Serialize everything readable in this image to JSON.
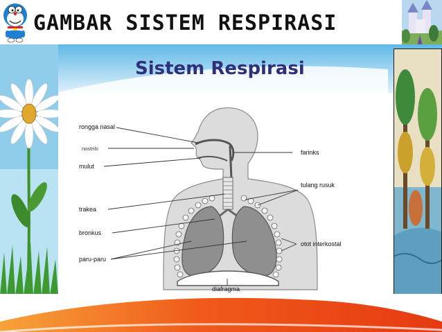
{
  "slide": {
    "title": "GAMBAR SISTEM RESPIRASI",
    "subtitle": "Sistem Respirasi"
  },
  "diagram": {
    "labels": {
      "rongga_nasal": "rongga nasal",
      "nostrils": "nostrils",
      "mulut": "mulut",
      "farinks": "farinks",
      "tulang_rusuk": "tulang rusuk",
      "trakea": "trakea",
      "bronkus": "bronkus",
      "paru_paru": "paru-paru",
      "otot_interkostal": "otot interkostal",
      "diafragma": "diafragma"
    }
  },
  "decorations": {
    "top_left_icon": "cartoon-robot-cat-icon",
    "top_right_icon": "castle-fairytale-picture",
    "left_strip": "daisy-flower-illustration",
    "right_strip": "painted-trees-illustration",
    "bottom_band": "orange-swoosh-band"
  },
  "colors": {
    "title": "#111111",
    "subtitle": "#2f2f7a",
    "sky": "#7ec8ea",
    "band_orange": "#f05a1a",
    "lung_fill": "#8f8f8f",
    "body_fill": "#dcdcdc"
  }
}
